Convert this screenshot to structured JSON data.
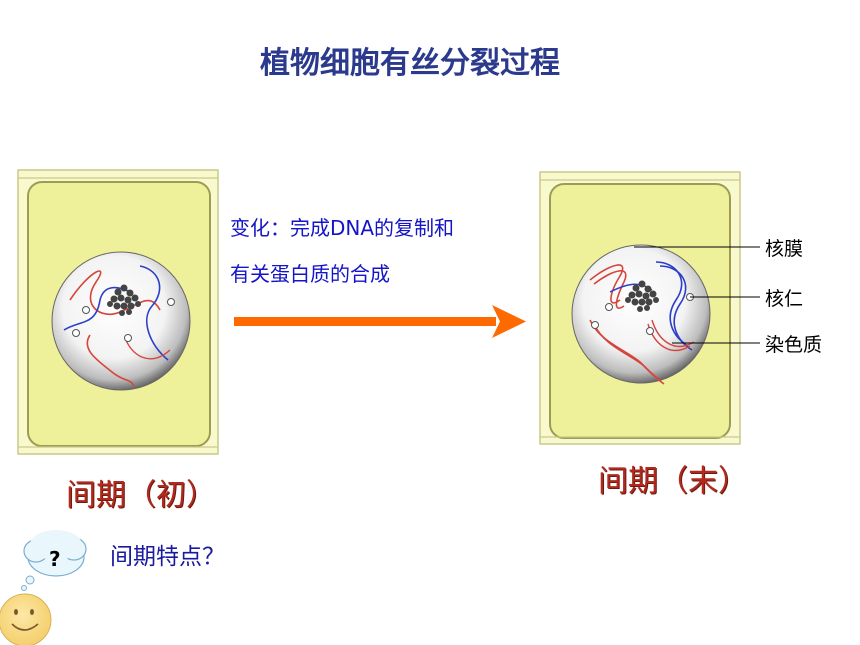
{
  "title": "植物细胞有丝分裂过程",
  "description": {
    "line1": "变化：完成DNA的复制和",
    "line2": "有关蛋白质的合成"
  },
  "stages": {
    "early": "间期（初）",
    "late": "间期（末）"
  },
  "labels": {
    "membrane": "核膜",
    "nucleolus": "核仁",
    "chromatin": "染色质"
  },
  "question": "间期特点？",
  "bubble_mark": "?",
  "colors": {
    "title": "#2b3a8c",
    "description": "#1414c8",
    "stage_label": "#b12a1e",
    "cell_fill": "#eef09a",
    "cell_outer": "#f8f9cc",
    "arrow": "#ff6a00",
    "chromatin_red": "#d6453c",
    "chromatin_blue": "#2a3ec8"
  }
}
